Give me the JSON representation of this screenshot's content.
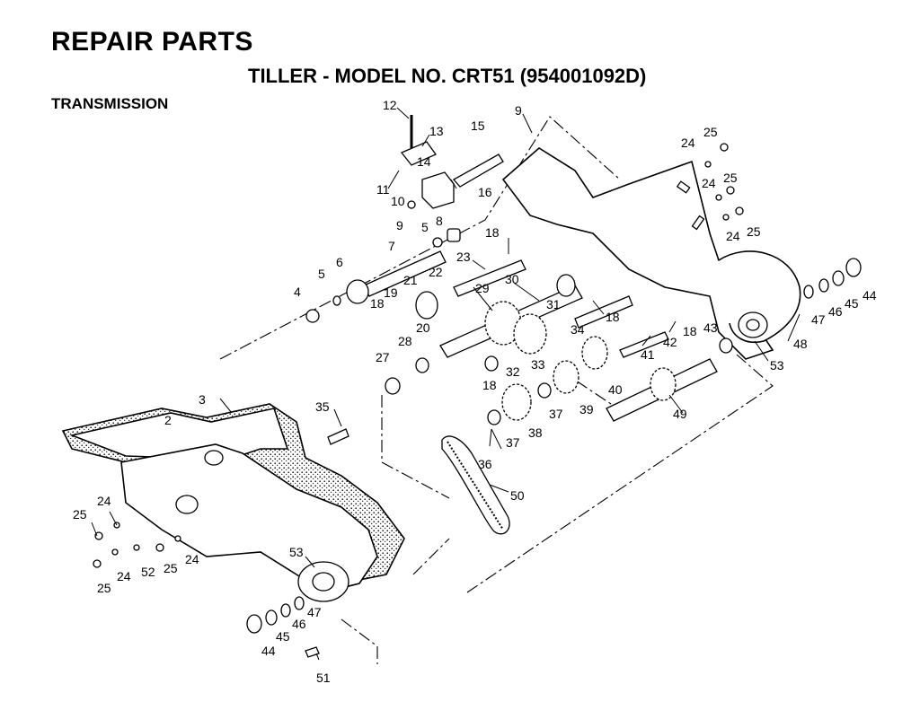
{
  "header": {
    "page_title": "REPAIR PARTS",
    "model_title": "TILLER - MODEL NO. CRT51 (954001092D)",
    "section_title": "TRANSMISSION"
  },
  "diagram": {
    "callouts": [
      "12",
      "13",
      "15",
      "9",
      "25",
      "24",
      "14",
      "25",
      "24",
      "11",
      "10",
      "16",
      "9",
      "5",
      "8",
      "25",
      "24",
      "18",
      "7",
      "23",
      "6",
      "5",
      "22",
      "21",
      "19",
      "30",
      "29",
      "31",
      "4",
      "18",
      "20",
      "18",
      "34",
      "42",
      "18",
      "43",
      "28",
      "41",
      "27",
      "32",
      "33",
      "53",
      "18",
      "40",
      "3",
      "35",
      "39",
      "37",
      "2",
      "38",
      "49",
      "37",
      "36",
      "50",
      "24",
      "25",
      "53",
      "24",
      "52",
      "25",
      "24",
      "25",
      "47",
      "46",
      "45",
      "44",
      "51",
      "47",
      "46",
      "45",
      "44",
      "48"
    ]
  }
}
